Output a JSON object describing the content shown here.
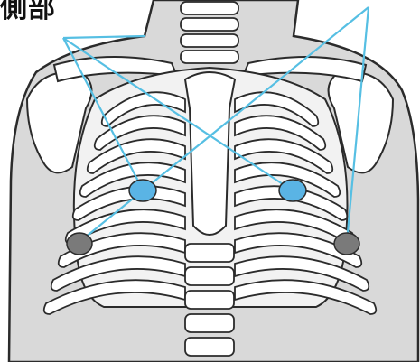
{
  "label": {
    "text": "側部"
  },
  "colors": {
    "body_fill": "#d9d9d9",
    "bone_fill": "#ffffff",
    "outline": "#2b2b2b",
    "electrode_blue": "#5ab4e5",
    "electrode_gray": "#7a7a7a",
    "lead_line": "#56bfe3"
  },
  "diagram": {
    "subject": "chest-skeleton",
    "electrodes": [
      {
        "name": "right-chest-electrode",
        "color": "electrode_blue"
      },
      {
        "name": "left-chest-electrode",
        "color": "electrode_blue"
      },
      {
        "name": "right-side-electrode",
        "color": "electrode_gray"
      },
      {
        "name": "left-side-electrode",
        "color": "electrode_gray"
      }
    ]
  }
}
